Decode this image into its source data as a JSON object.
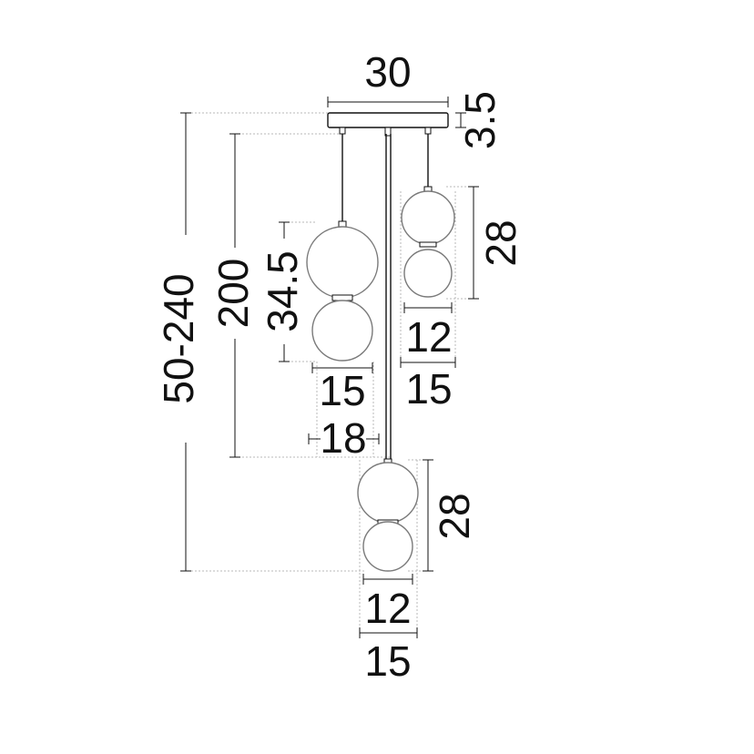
{
  "dimensions": {
    "canopy_width": "30",
    "canopy_height": "3.5",
    "total_height": "50-240",
    "cable_length": "200",
    "large_pendant_height": "34.5",
    "large_inner_diameter": "15",
    "large_outer_diameter": "18",
    "right_pendant_height": "28",
    "right_inner_diameter": "12",
    "right_outer_diameter": "15",
    "bottom_pendant_height": "28",
    "bottom_inner_diameter": "12",
    "bottom_outer_diameter": "15"
  },
  "colors": {
    "line": "#111111",
    "glass_outline": "#7a7a7a",
    "guide": "#b8b8b8"
  }
}
